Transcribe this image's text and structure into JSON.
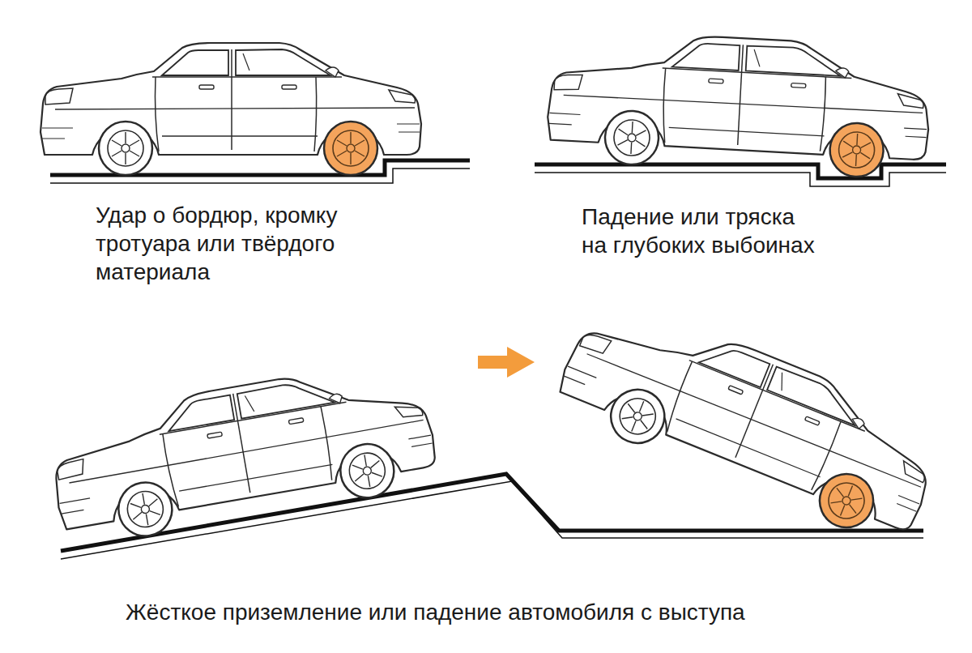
{
  "diagram": {
    "labels": [
      "Удар о бордюр, кромку тротуара или твёрдого материала",
      "Падение или тряска на глубоких выбоинах",
      "Жёсткое приземление или падение автомобиля с выступа"
    ]
  }
}
